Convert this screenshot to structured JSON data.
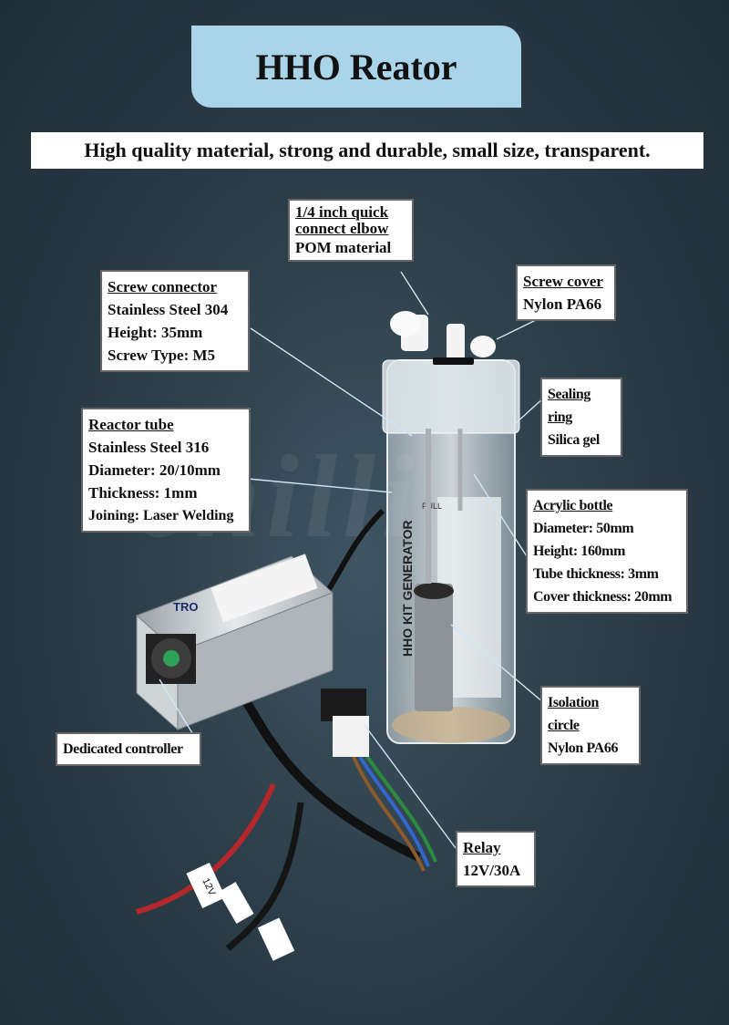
{
  "title": "HHO Reator",
  "subtitle": "High quality material, strong and durable, small size, transparent.",
  "labels": {
    "elbow": {
      "head": "1/4 inch quick connect elbow",
      "lines": [
        "POM material"
      ]
    },
    "screw_cover": {
      "head": "Screw cover",
      "lines": [
        "Nylon PA66"
      ]
    },
    "screw_connector": {
      "head": "Screw connector",
      "lines": [
        "Stainless Steel 304",
        "Height: 35mm",
        "Screw Type: M5"
      ]
    },
    "sealing_ring": {
      "head": "Sealing ring",
      "lines": [
        "Silica gel"
      ]
    },
    "reactor_tube": {
      "head": "Reactor tube",
      "lines": [
        "Stainless Steel 316",
        "Diameter: 20/10mm",
        "Thickness: 1mm",
        "Joining: Laser Welding"
      ]
    },
    "acrylic_bottle": {
      "head": "Acrylic bottle",
      "lines": [
        "Diameter: 50mm",
        "Height: 160mm",
        "Tube thickness: 3mm",
        "Cover thickness: 20mm"
      ]
    },
    "isolation_circle": {
      "head": "Isolation circle",
      "lines": [
        "Nylon PA66"
      ]
    },
    "dedicated_controller": {
      "head": "Dedicated controller"
    },
    "relay": {
      "head": "Relay",
      "lines": [
        "12V/30A"
      ]
    }
  },
  "product_markings": {
    "bottle_full": "FULL",
    "bottle_text": "HHO KIT GENERATOR",
    "controller_brand": "TRO",
    "wire_tag": "12V"
  },
  "watermark": "chilli"
}
